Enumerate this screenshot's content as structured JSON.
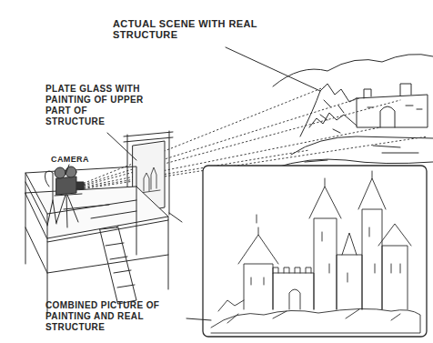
{
  "diagram": {
    "labels": [
      "ACTUAL SCENE WITH REAL STRUCTURE",
      "PLATE GLASS WITH PAINTING OF UPPER PART OF STRUCTURE",
      "CAMERA",
      "COMBINED PICTURE OF PAINTING AND REAL STRUCTURE"
    ]
  }
}
